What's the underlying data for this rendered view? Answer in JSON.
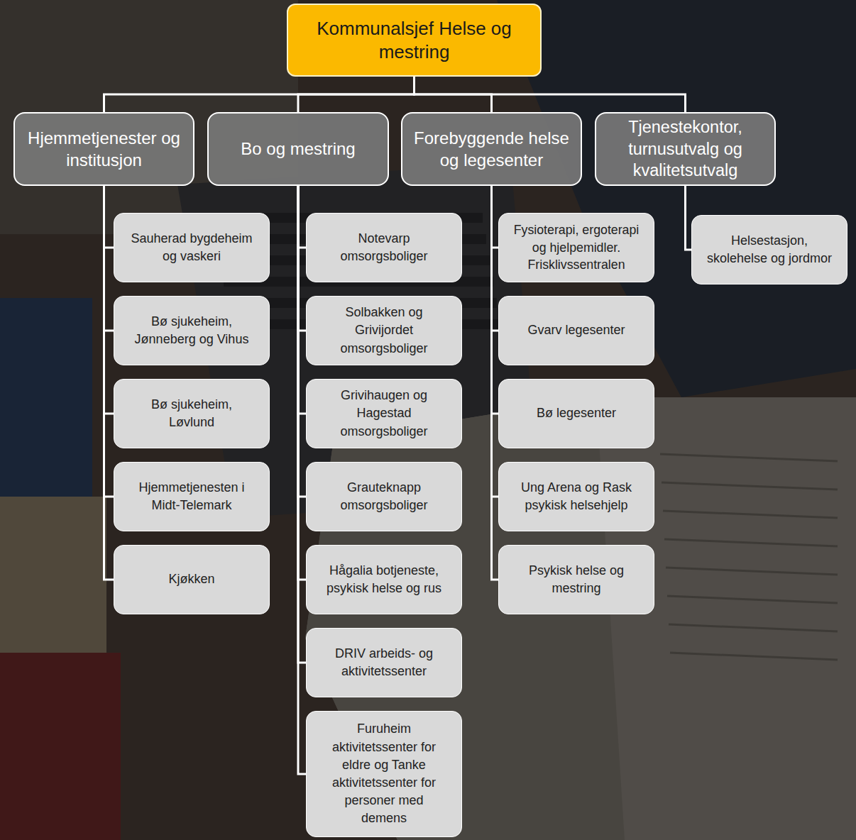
{
  "diagram": {
    "nodes": [
      {
        "text": [
          "Kommunalsjef Helse og mestring"
        ]
      },
      {
        "text": [
          "Hjemmetjenester og institusjon"
        ]
      },
      {
        "text": [
          "Bo og mestring"
        ]
      },
      {
        "text": [
          "Forebyggende helse og legesenter"
        ]
      },
      {
        "text": [
          "Tjenestekontor, turnusutvalg og kvalitetsutvalg"
        ]
      },
      {
        "text": [
          "Sauherad bygdeheim og vaskeri"
        ]
      },
      {
        "text": [
          "Bø sjukeheim, Jønneberg og Vihus"
        ]
      },
      {
        "text": [
          "Bø sjukeheim, Løvlund"
        ]
      },
      {
        "text": [
          "Hjemmetjenesten i Midt-Telemark"
        ]
      },
      {
        "text": [
          "Kjøkken"
        ]
      },
      {
        "text": [
          "Notevarp omsorgsboliger"
        ]
      },
      {
        "text": [
          "Solbakken og Grivijordet omsorgsboliger"
        ]
      },
      {
        "text": [
          "Grivihaugen og Hagestad omsorgsboliger"
        ]
      },
      {
        "text": [
          "Grauteknapp omsorgsboliger"
        ]
      },
      {
        "text": [
          "Hågalia botjeneste, psykisk helse og rus"
        ]
      },
      {
        "text": [
          "DRIV arbeids- og aktivitetssenter"
        ]
      },
      {
        "text": [
          "Furuheim aktivitetssenter for eldre og Tanke aktivitetssenter for personer med demens"
        ]
      },
      {
        "text": [
          "Fysioterapi, ergoterapi og hjelpemidler. Frisklivssentralen"
        ]
      },
      {
        "text": [
          "Gvarv legesenter"
        ]
      },
      {
        "text": [
          "Bø legesenter"
        ]
      },
      {
        "text": [
          "Ung Arena og Rask psykisk helsehjelp"
        ]
      },
      {
        "text": [
          "Psykisk helse og mestring"
        ]
      },
      {
        "text": [
          "Helsestasjon, skolehelse og jordmor"
        ]
      }
    ],
    "edges": [
      {
        "from": 0,
        "to": 1,
        "arrow": "none"
      },
      {
        "from": 0,
        "to": 2,
        "arrow": "none"
      },
      {
        "from": 0,
        "to": 3,
        "arrow": "none"
      },
      {
        "from": 0,
        "to": 4,
        "arrow": "none"
      },
      {
        "from": 1,
        "to": 5,
        "arrow": "none"
      },
      {
        "from": 1,
        "to": 6,
        "arrow": "none"
      },
      {
        "from": 1,
        "to": 7,
        "arrow": "none"
      },
      {
        "from": 1,
        "to": 8,
        "arrow": "none"
      },
      {
        "from": 1,
        "to": 9,
        "arrow": "none"
      },
      {
        "from": 2,
        "to": 10,
        "arrow": "none"
      },
      {
        "from": 2,
        "to": 11,
        "arrow": "none"
      },
      {
        "from": 2,
        "to": 12,
        "arrow": "none"
      },
      {
        "from": 2,
        "to": 13,
        "arrow": "none"
      },
      {
        "from": 2,
        "to": 14,
        "arrow": "none"
      },
      {
        "from": 2,
        "to": 15,
        "arrow": "none"
      },
      {
        "from": 2,
        "to": 16,
        "arrow": "none"
      },
      {
        "from": 3,
        "to": 17,
        "arrow": "none"
      },
      {
        "from": 3,
        "to": 18,
        "arrow": "none"
      },
      {
        "from": 3,
        "to": 19,
        "arrow": "none"
      },
      {
        "from": 3,
        "to": 20,
        "arrow": "none"
      },
      {
        "from": 3,
        "to": 21,
        "arrow": "none"
      },
      {
        "from": 4,
        "to": 22,
        "arrow": "none"
      }
    ]
  }
}
